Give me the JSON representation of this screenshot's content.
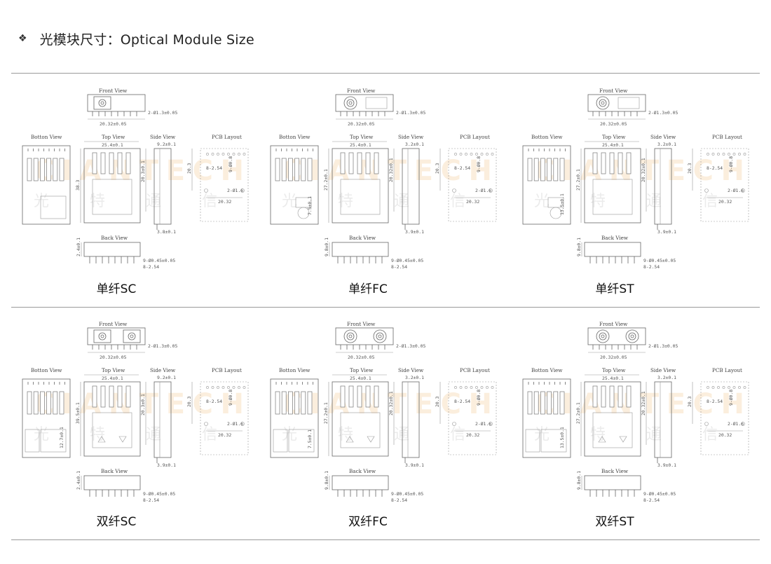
{
  "heading": {
    "bullet": "❖",
    "title": "光模块尺寸：Optical Module Size"
  },
  "view_labels": {
    "front": "Front View",
    "bottom": "Botton View",
    "top": "Top View",
    "side": "Side View",
    "pcb": "PCB Layout",
    "back": "Back View"
  },
  "watermark": {
    "latin": "CIANTECH",
    "chinese": [
      "光",
      "特",
      "通",
      "信"
    ]
  },
  "modules": [
    {
      "caption": "单纤SC",
      "front_dim": "20.32±0.05",
      "front_side_dim": "2-Ø1.3±0.05",
      "top_dim": "25.4±0.1",
      "top_side_dim": "38.3",
      "bottom_dim": "",
      "side_top_dim": "9.2±0.1",
      "side_h_dim": "20.3±0.1",
      "side_bottom_dim": "3.8±0.1",
      "pcb_a": "8-2.54",
      "pcb_b": "9-Ø0.8",
      "pcb_c": "2-Ø1.6",
      "pcb_d": "20.32",
      "pcb_v": "20.3",
      "back_v": "2.4±0.1",
      "back_a": "9-Ø0.45±0.05",
      "back_b": "8-2.54"
    },
    {
      "caption": "单纤FC",
      "front_dim": "20.32±0.05",
      "front_side_dim": "2-Ø1.3±0.05",
      "top_dim": "25.4±0.1",
      "top_side_dim": "27.2±0.1",
      "bottom_dim": "7.5±0.1",
      "side_top_dim": "3.2±0.1",
      "side_h_dim": "20.32±0.1",
      "side_bottom_dim": "3.9±0.1",
      "pcb_a": "8-2.54",
      "pcb_b": "9-Ø0.8",
      "pcb_c": "2-Ø1.6",
      "pcb_d": "20.32",
      "pcb_v": "20.3",
      "back_v": "9.8±0.1",
      "back_a": "9-Ø0.45±0.05",
      "back_b": "8-2.54"
    },
    {
      "caption": "单纤ST",
      "front_dim": "20.32±0.05",
      "front_side_dim": "2-Ø1.3±0.05",
      "top_dim": "25.4±0.1",
      "top_side_dim": "27.2±0.1",
      "bottom_dim": "13.5±0.1",
      "side_top_dim": "3.2±0.1",
      "side_h_dim": "20.32±0.1",
      "side_bottom_dim": "3.9±0.1",
      "pcb_a": "8-2.54",
      "pcb_b": "9-Ø0.8",
      "pcb_c": "2-Ø1.6",
      "pcb_d": "20.32",
      "pcb_v": "20.3",
      "back_v": "9.8±0.1",
      "back_a": "9-Ø0.45±0.05",
      "back_b": "8-2.54"
    },
    {
      "caption": "双纤SC",
      "front_dim": "20.32±0.05",
      "front_side_dim": "2-Ø1.3±0.05",
      "top_dim": "25.4±0.1",
      "top_side_dim": "39.5±0.1",
      "bottom_dim": "12.7±0.1",
      "side_top_dim": "9.2±0.1",
      "side_h_dim": "20.3±0.1",
      "side_bottom_dim": "3.9±0.1",
      "pcb_a": "8-2.54",
      "pcb_b": "9-Ø0.8",
      "pcb_c": "2-Ø1.6",
      "pcb_d": "20.32",
      "pcb_v": "20.3",
      "back_v": "2.4±0.1",
      "back_a": "9-Ø0.45±0.05",
      "back_b": "8-2.54"
    },
    {
      "caption": "双纤FC",
      "front_dim": "20.32±0.05",
      "front_side_dim": "2-Ø1.3±0.05",
      "top_dim": "25.4±0.1",
      "top_side_dim": "27.2±0.1",
      "bottom_dim": "7.5±0.1",
      "side_top_dim": "3.2±0.1",
      "side_h_dim": "20.32±0.1",
      "side_bottom_dim": "3.9±0.1",
      "pcb_a": "8-2.54",
      "pcb_b": "9-Ø0.8",
      "pcb_c": "2-Ø1.6",
      "pcb_d": "20.32",
      "pcb_v": "20.3",
      "back_v": "9.8±0.1",
      "back_a": "9-Ø0.45±0.05",
      "back_b": "8-2.54"
    },
    {
      "caption": "双纤ST",
      "front_dim": "20.32±0.05",
      "front_side_dim": "2-Ø1.3±0.05",
      "top_dim": "25.4±0.1",
      "top_side_dim": "27.2±0.1",
      "bottom_dim": "13.5±0.1",
      "side_top_dim": "3.2±0.1",
      "side_h_dim": "20.32±0.1",
      "side_bottom_dim": "3.9±0.1",
      "pcb_a": "8-2.54",
      "pcb_b": "9-Ø0.8",
      "pcb_c": "2-Ø1.6",
      "pcb_d": "20.32",
      "pcb_v": "20.3",
      "back_v": "9.8±0.1",
      "back_a": "9-Ø0.45±0.05",
      "back_b": "8-2.54"
    }
  ]
}
